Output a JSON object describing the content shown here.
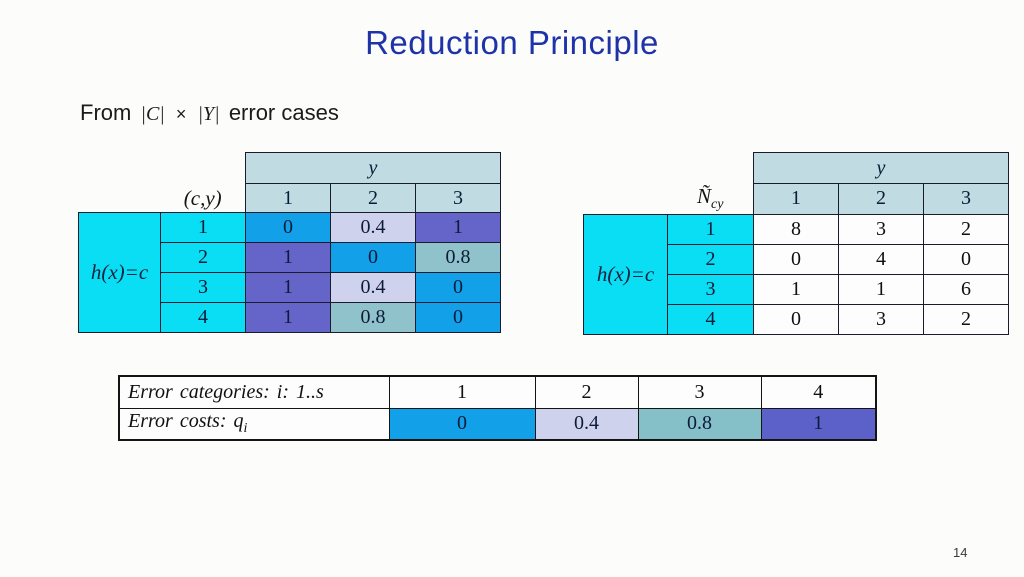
{
  "title": "Reduction Principle",
  "subtitle": {
    "prefix": "From",
    "c": "|C|",
    "times": "×",
    "y": "|Y|",
    "suffix": "error cases"
  },
  "page_number": "14",
  "colors": {
    "title_blue": "#1f33a8",
    "header_bg": "#c0dbe2",
    "cyan": "#0adef4",
    "cost_0": "#12a0e8",
    "cost_04": "#cfd2ec",
    "cost_08": "#90c2cb",
    "cost_1": "#6565c9"
  },
  "left_table": {
    "col_group_label": "y",
    "corner_label": "(c,y)",
    "col_headers": [
      "1",
      "2",
      "3"
    ],
    "row_group_label": "h(x)=c",
    "row_headers": [
      "1",
      "2",
      "3",
      "4"
    ],
    "cells": [
      [
        {
          "v": "0",
          "bg": "#12a0e8"
        },
        {
          "v": "0.4",
          "bg": "#cfd2ec"
        },
        {
          "v": "1",
          "bg": "#6565c9"
        }
      ],
      [
        {
          "v": "1",
          "bg": "#6565c9"
        },
        {
          "v": "0",
          "bg": "#12a0e8"
        },
        {
          "v": "0.8",
          "bg": "#90c2cb"
        }
      ],
      [
        {
          "v": "1",
          "bg": "#6565c9"
        },
        {
          "v": "0.4",
          "bg": "#cfd2ec"
        },
        {
          "v": "0",
          "bg": "#12a0e8"
        }
      ],
      [
        {
          "v": "1",
          "bg": "#6565c9"
        },
        {
          "v": "0.8",
          "bg": "#90c2cb"
        },
        {
          "v": "0",
          "bg": "#12a0e8"
        }
      ]
    ]
  },
  "right_table": {
    "col_group_label": "y",
    "corner_base": "Ñ",
    "corner_sub": "cy",
    "col_headers": [
      "1",
      "2",
      "3"
    ],
    "row_group_label": "h(x)=c",
    "row_headers": [
      "1",
      "2",
      "3",
      "4"
    ],
    "cells": [
      [
        "8",
        "3",
        "2"
      ],
      [
        "0",
        "4",
        "0"
      ],
      [
        "1",
        "1",
        "6"
      ],
      [
        "0",
        "3",
        "2"
      ]
    ]
  },
  "cost_table": {
    "categories_label": "Error categories: i: 1..s",
    "costs_label": "Error costs: q",
    "costs_label_sub": "i",
    "categories": [
      "1",
      "2",
      "3",
      "4"
    ],
    "costs": [
      {
        "v": "0",
        "bg": "#12a0e8"
      },
      {
        "v": "0.4",
        "bg": "#cfd2ec"
      },
      {
        "v": "0.8",
        "bg": "#85c0c9"
      },
      {
        "v": "1",
        "bg": "#5c60c9"
      }
    ]
  }
}
